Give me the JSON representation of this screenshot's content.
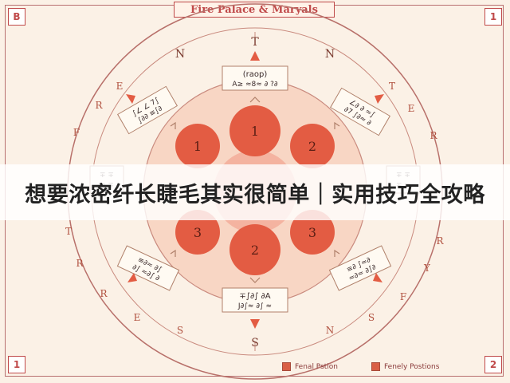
{
  "title": "Fire Palace & Maryals",
  "overlay_caption": "想要浓密纤长睫毛其实很简单｜实用技巧全攻略",
  "corners": {
    "top_left": "B",
    "top_right": "1",
    "bottom_left": "1",
    "bottom_right": "2"
  },
  "direction_letters": {
    "top": "T",
    "bottom": "S",
    "upper_left": "N",
    "upper_right": "N"
  },
  "outer_ring_letters": {
    "left": [
      "E",
      "R",
      "F",
      "T",
      "R",
      "R",
      "E",
      "S"
    ],
    "right": [
      "T",
      "E",
      "R",
      "R",
      "Y",
      "F",
      "S",
      "N"
    ]
  },
  "circles": [
    {
      "id": "top",
      "label": "1"
    },
    {
      "id": "upper_left",
      "label": "1"
    },
    {
      "id": "upper_right",
      "label": "2"
    },
    {
      "id": "lower_left",
      "label": "3"
    },
    {
      "id": "lower_right",
      "label": "3"
    },
    {
      "id": "bottom",
      "label": "2"
    }
  ],
  "cards": {
    "top": {
      "line1": "(raop)",
      "line2": "A≥ ≈8≈ ∂ ?∂"
    },
    "upper_left": {
      "line1": "∫∠ ∠ 7∫",
      "line2": "∫∂∂ ≡∫∂"
    },
    "upper_right": {
      "line1": "∠∂ ∂ ≈∫",
      "line2": "∂7 ∫∂≈ ∂"
    },
    "left": {
      "line1": "∓ ∓",
      "line2": "≡ ∓"
    },
    "right": {
      "line1": "∓ ∓",
      "line2": "∓ ≡"
    },
    "lower_left": {
      "line1": "≡∂≈ ∂∫",
      "line2": "∂∫ ≈∂∫ ∂"
    },
    "lower_right": {
      "line1": "≡∂ ∫≈∂",
      "line2": "≈∂≈ ∂∫∂"
    },
    "bottom": {
      "line1": "∓∫∂∫ ∂A",
      "line2": "J∂∫≈ ∂∫ ≈"
    }
  },
  "legend": [
    {
      "label": "Fenal Pstion"
    },
    {
      "label": "Fenely Postions"
    }
  ],
  "colors": {
    "accent": "#c04a4a",
    "circle_fill": "#e35c43",
    "inner_disc": "#f8d6c4",
    "background": "#fbf1e6"
  }
}
